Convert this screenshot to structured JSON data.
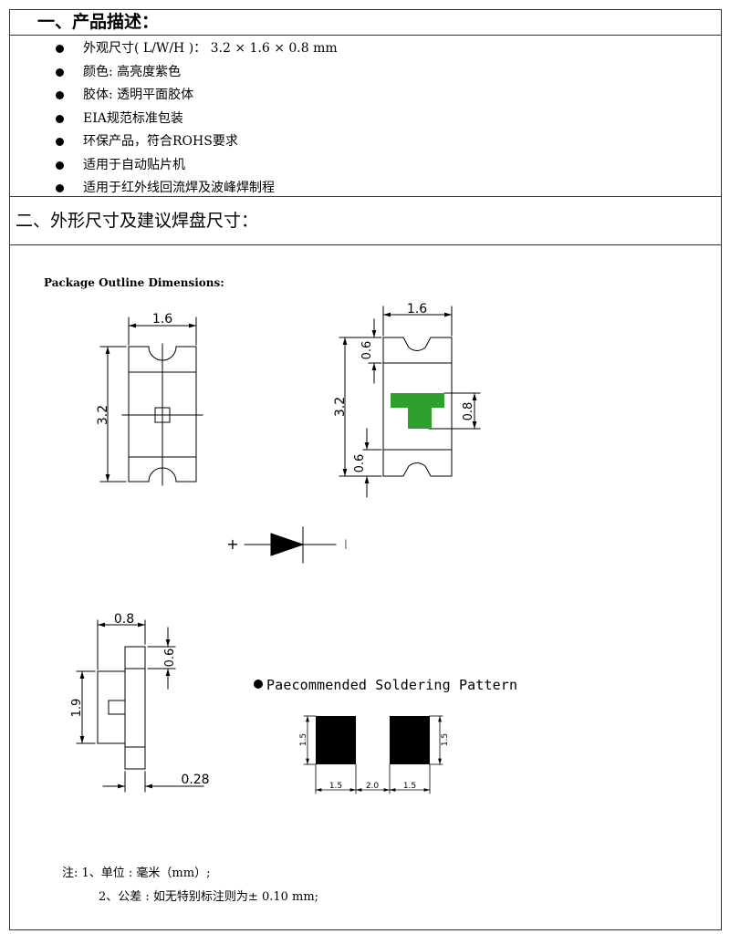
{
  "section1": {
    "title": "一、产品描述：",
    "items": [
      "外观尺寸( L/W/H )：  3.2 × 1.6 × 0.8 mm",
      "颜色: 高亮度紫色",
      "胶体: 透明平面胶体",
      "EIA规范标准包装",
      "环保产品，符合ROHS要求",
      "适用于自动贴片机",
      "适用于红外线回流焊及波峰焊制程"
    ]
  },
  "section2": {
    "title": "二、外形尺寸及建议焊盘尺寸："
  },
  "drawing": {
    "package_title": "Package Outline Dimensions:",
    "top_view": {
      "width": "1.6",
      "length": "3.2"
    },
    "bottom_view": {
      "width": "1.6",
      "length": "3.2",
      "terminal_top": "0.6",
      "terminal_bottom": "0.6",
      "mark": "0.8",
      "mark_color": "#2e9e2e"
    },
    "polarity": {
      "plus": "+",
      "minus": "I"
    },
    "side_view": {
      "height": "0.8",
      "terminal": "0.6",
      "lens": "1.9",
      "offset": "0.28"
    },
    "soldering": {
      "title": "Paecommended Soldering Pattern",
      "pad_height_left": "1.5",
      "pad_height_right": "1.5",
      "pad_width_left": "1.5",
      "gap": "2.0",
      "pad_width_right": "1.5"
    }
  },
  "notes": {
    "line1": "注:  1、单位 : 毫米（mm）;",
    "line2": "2、公差 : 如无特别标注则为± 0.10 mm;"
  }
}
